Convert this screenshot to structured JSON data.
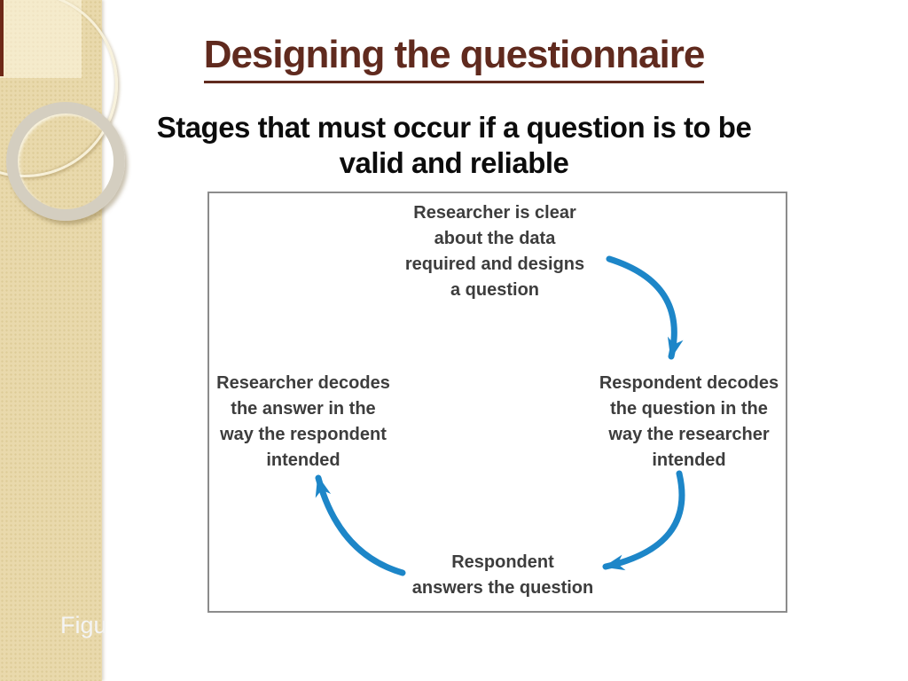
{
  "slide": {
    "title": "Designing the questionnaire",
    "subtitle_line1": "Stages that must occur if a question is to be",
    "subtitle_line2": "valid and reliable",
    "caption_visible": "Figu"
  },
  "diagram": {
    "type": "cycle",
    "nodes": [
      {
        "id": "researcher-designs",
        "position": "top",
        "lines": [
          "Researcher is clear",
          "about the data",
          "required and designs",
          "a question"
        ]
      },
      {
        "id": "respondent-decodes",
        "position": "right",
        "lines": [
          "Respondent decodes",
          "the question in the",
          "way the researcher",
          "intended"
        ]
      },
      {
        "id": "respondent-answers",
        "position": "bottom",
        "lines": [
          "Respondent",
          "answers the question"
        ]
      },
      {
        "id": "researcher-decodes",
        "position": "left",
        "lines": [
          "Researcher decodes",
          "the answer in the",
          "way the respondent",
          "intended"
        ]
      }
    ],
    "arrows": [
      {
        "from": "researcher-designs",
        "to": "respondent-decodes",
        "direction": "clockwise"
      },
      {
        "from": "respondent-decodes",
        "to": "respondent-answers",
        "direction": "clockwise"
      },
      {
        "from": "respondent-answers",
        "to": "researcher-decodes",
        "direction": "clockwise"
      }
    ],
    "arrow_color": "#1d86c8",
    "text_color": "#3d3d3d"
  },
  "colors": {
    "title": "#602a1e",
    "subtitle": "#0c0c0c",
    "sidebar": "#e9d9ac",
    "stripe": "#6e2817",
    "boxBorder": "#8c8c8c",
    "caption": "#f4f4f4"
  }
}
